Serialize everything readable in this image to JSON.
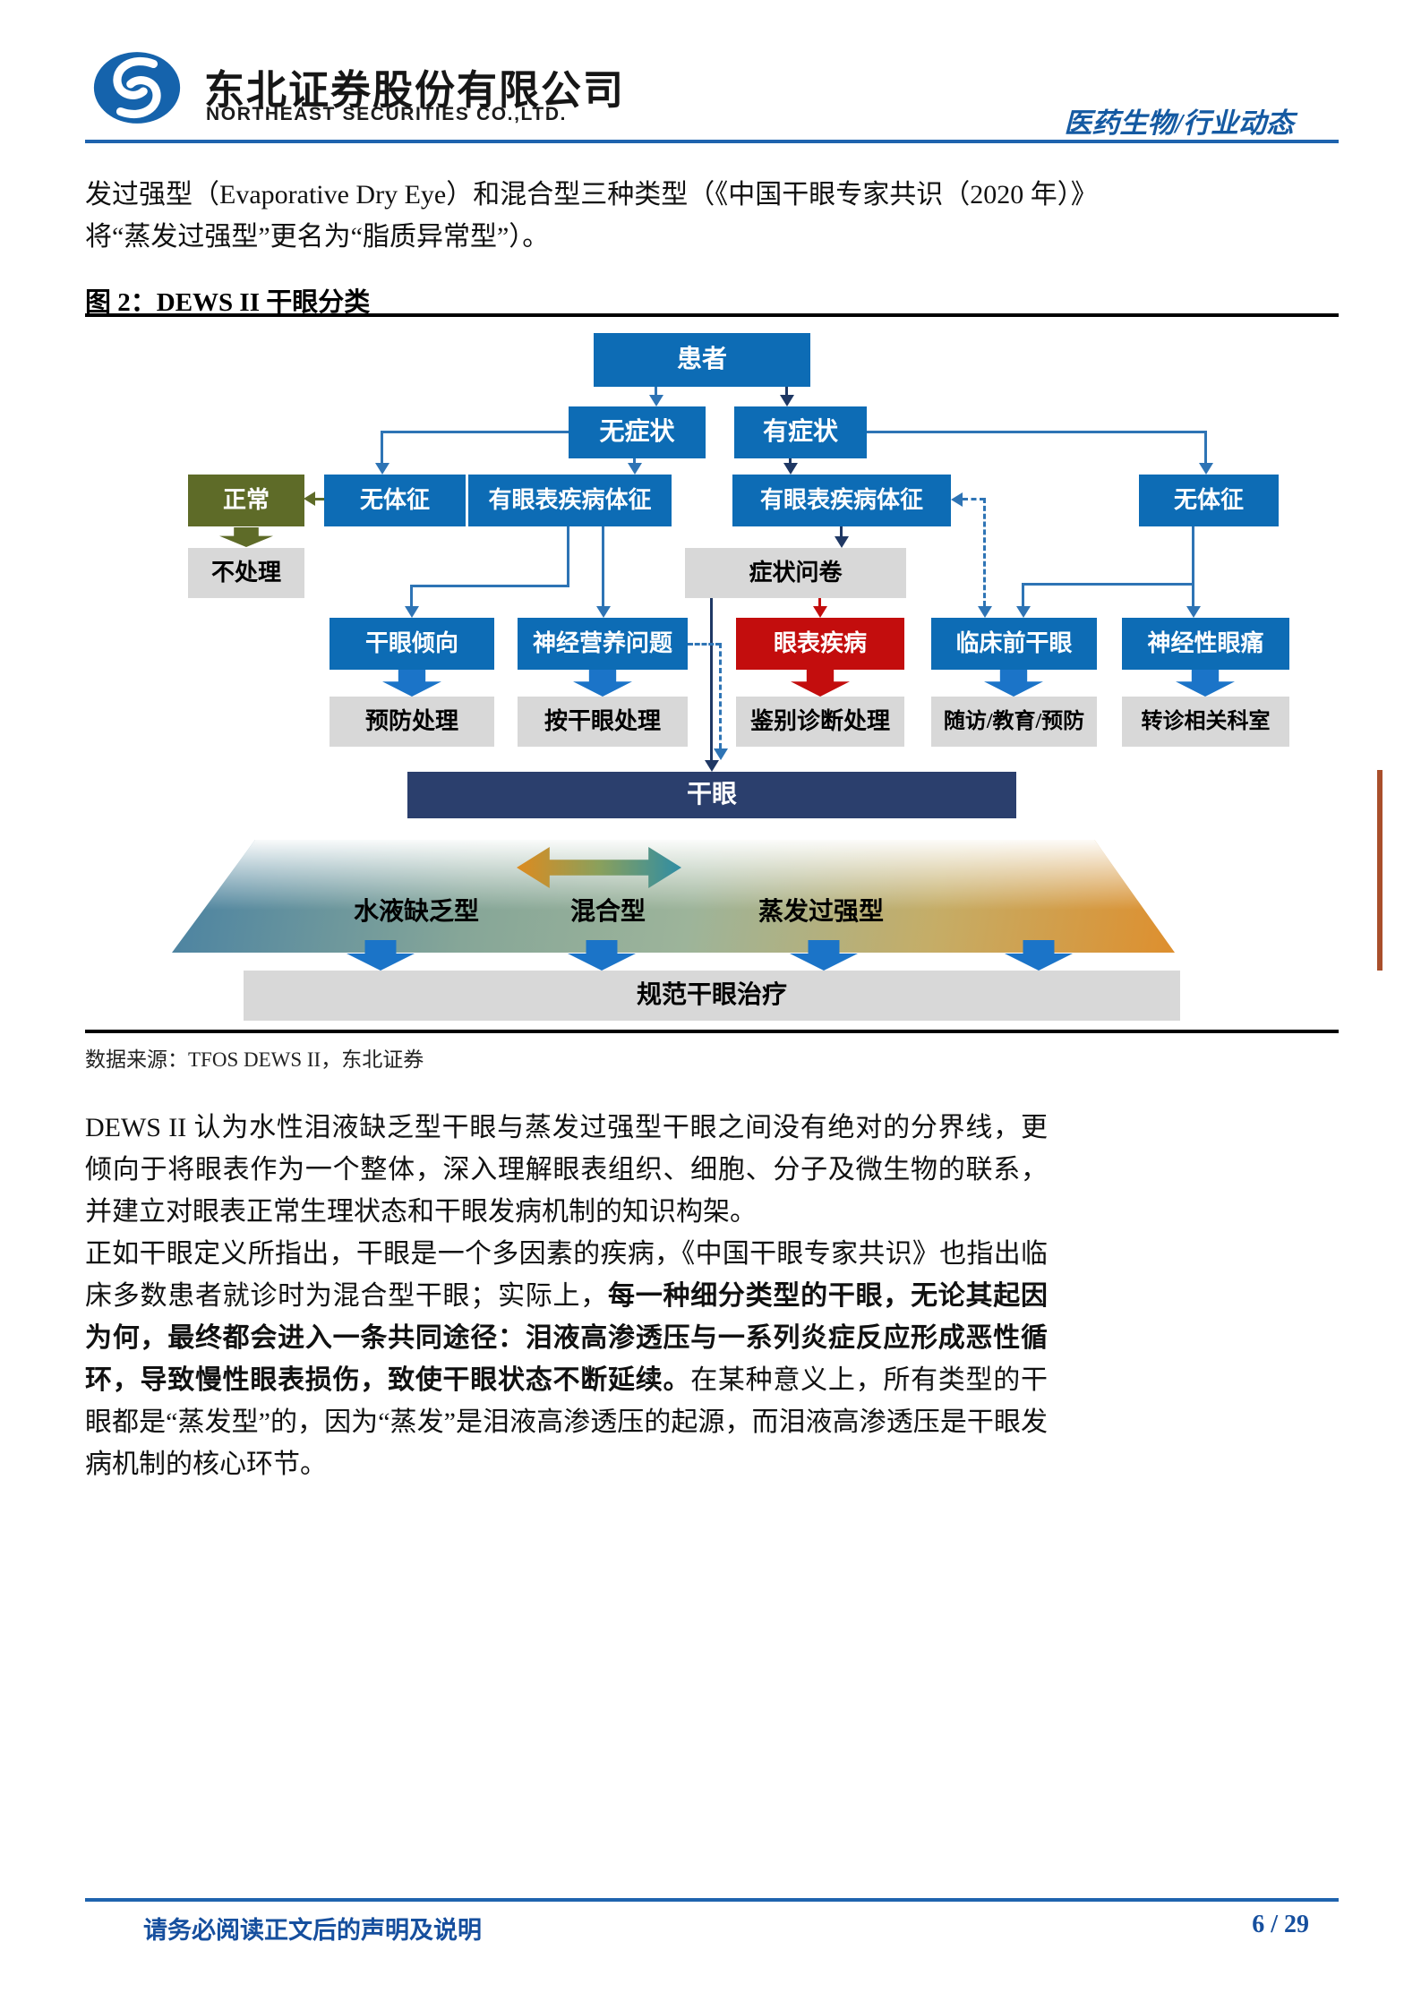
{
  "header": {
    "company_cn": "东北证券股份有限公司",
    "company_en": "NORTHEAST SECURITIES CO.,LTD.",
    "category": "医药生物/行业动态"
  },
  "intro": {
    "line1": "发过强型（Evaporative Dry Eye）和混合型三种类型（《中国干眼专家共识（2020 年）》",
    "line2": "将“蒸发过强型”更名为“脂质异常型”）。"
  },
  "figure": {
    "title": "图 2：DEWS II 干眼分类",
    "source": "数据来源：TFOS DEWS II，东北证券",
    "nodes": {
      "patient": "患者",
      "no_symptom": "无症状",
      "symptom": "有症状",
      "normal": "正常",
      "no_sign_left": "无体征",
      "sign_left": "有眼表疾病体征",
      "sign_right": "有眼表疾病体征",
      "no_sign_right": "无体征",
      "no_treatment": "不处理",
      "questionnaire": "症状问卷",
      "dry_eye_tendency": "干眼倾向",
      "neurotrophic": "神经营养问题",
      "ocular_disease": "眼表疾病",
      "preclinical": "临床前干眼",
      "neuropathic_pain": "神经性眼痛",
      "prevention": "预防处理",
      "treat_as_dry_eye": "按干眼处理",
      "differential": "鉴别诊断处理",
      "follow_up": "随访/教育/预防",
      "referral": "转诊相关科室",
      "dry_eye": "干眼",
      "aqueous_deficient": "水液缺乏型",
      "mixed": "混合型",
      "evaporative": "蒸发过强型",
      "standard_treatment": "规范干眼治疗"
    },
    "colors": {
      "box_blue": "#0d6cb5",
      "box_navy": "#2b3f6d",
      "box_olive": "#5e6b28",
      "box_red": "#c30d0d",
      "box_gray": "#d8d8d8",
      "fat_arrow_blue": "#1b74c8",
      "line_blue": "#2e74b5",
      "line_navy": "#1f3864",
      "trapezoid_left": "#4a82a2",
      "trapezoid_right": "#de8f2e"
    }
  },
  "body": {
    "p1": "DEWS II 认为水性泪液缺乏型干眼与蒸发过强型干眼之间没有绝对的分界线，更倾向于将眼表作为一个整体，深入理解眼表组织、细胞、分子及微生物的联系，并建立对眼表正常生理状态和干眼发病机制的知识构架。",
    "p2_regular1": "正如干眼定义所指出，干眼是一个多因素的疾病，《中国干眼专家共识》也指出临床多数患者就诊时为混合型干眼；实际上，",
    "p2_bold": "每一种细分类型的干眼，无论其起因为何，最终都会进入一条共同途径：泪液高渗透压与一系列炎症反应形成恶性循环，导致慢性眼表损伤，致使干眼状态不断延续。",
    "p2_regular2": "在某种意义上，所有类型的干眼都是“蒸发型”的，因为“蒸发”是泪液高渗透压的起源，而泪液高渗透压是干眼发病机制的核心环节。"
  },
  "footer": {
    "disclaimer": "请务必阅读正文后的声明及说明",
    "page_number": "6 / 29"
  }
}
